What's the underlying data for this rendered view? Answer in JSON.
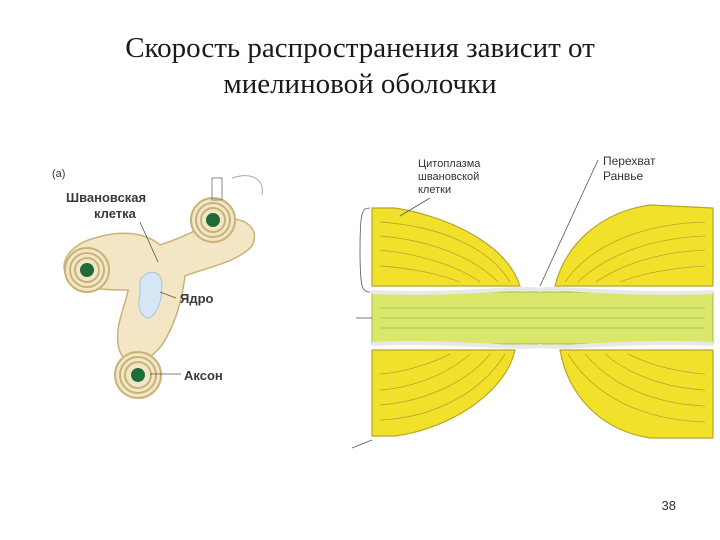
{
  "slide": {
    "title_line1": "Скорость распространения зависит от",
    "title_line2": "миелиновой оболочки",
    "page_number": "38"
  },
  "left_figure": {
    "panel_tag": "(a)",
    "schwann_label_line1": "Швановская",
    "schwann_label_line2": "клетка",
    "nucleus_label": "Ядро",
    "axon_label": "Аксон"
  },
  "right_figure": {
    "cytoplasm_label_line1": "Цитоплазма",
    "cytoplasm_label_line2": "шванoвской",
    "cytoplasm_label_line3": "клетки",
    "node_label_line1": "Перехват",
    "node_label_line2": "Ранвье"
  },
  "colors": {
    "myelin_cream": "#f3e6c4",
    "myelin_outline": "#c9b27a",
    "axon_green": "#1f6b3a",
    "nucleus_blue": "#d6e6f5",
    "sheath_yellow": "#f2e12a",
    "sheath_lines": "#b9a52a",
    "axon_band": "#d9e76a"
  }
}
